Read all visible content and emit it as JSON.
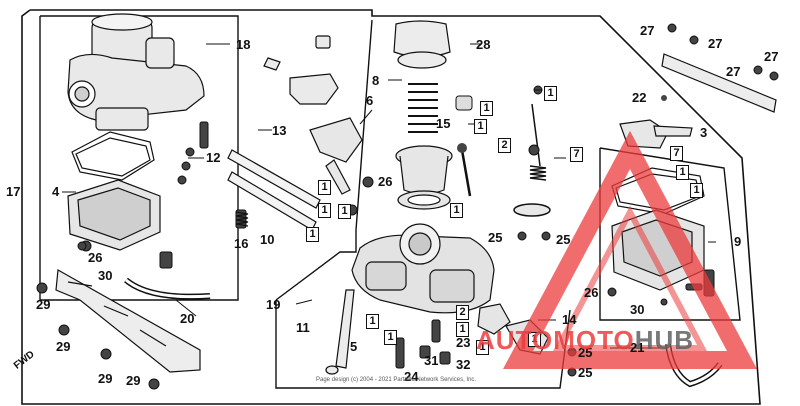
{
  "diagram": {
    "callouts": {
      "c1": "1",
      "c2": "2",
      "c3": "3",
      "c4": "4",
      "c5": "5",
      "c6": "6",
      "c7": "7",
      "c8": "8",
      "c9": "9",
      "c10": "10",
      "c11": "11",
      "c12": "12",
      "c13": "13",
      "c14": "14",
      "c15": "15",
      "c16": "16",
      "c17": "17",
      "c18": "18",
      "c19": "19",
      "c20": "20",
      "c21": "21",
      "c22": "22",
      "c23": "23",
      "c25": "25",
      "c26": "26",
      "c27": "27",
      "c28": "28",
      "c29": "29",
      "c30": "30",
      "c31": "31",
      "c32": "32"
    },
    "direction_label": "FWD",
    "copyright_text": "Page design (c) 2004 - 2021 Partzilla Network Services, Inc.",
    "watermark": {
      "highlight_text": "AUTOMOTO",
      "rest_text": "HUB",
      "highlight_color": "#ec3c3c",
      "rest_color": "#606060"
    }
  }
}
